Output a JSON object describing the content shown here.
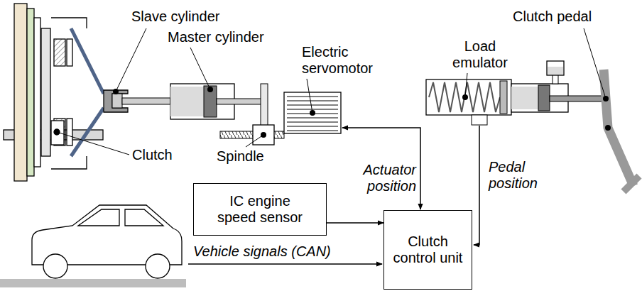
{
  "diagram": {
    "nodes": [
      {
        "text": [
          "IC engine speed sensor"
        ]
      },
      {
        "text": [
          "Clutch control unit"
        ]
      }
    ],
    "edges": [
      {
        "from": 0,
        "to": 1,
        "arrow": "to"
      }
    ],
    "labels": [
      "Slave cylinder",
      "Master cylinder",
      "Electric servomotor",
      "Clutch",
      "Spindle",
      "Load emulator",
      "Clutch pedal",
      "Actuator position",
      "Pedal position",
      "Vehicle signals (CAN)"
    ]
  }
}
